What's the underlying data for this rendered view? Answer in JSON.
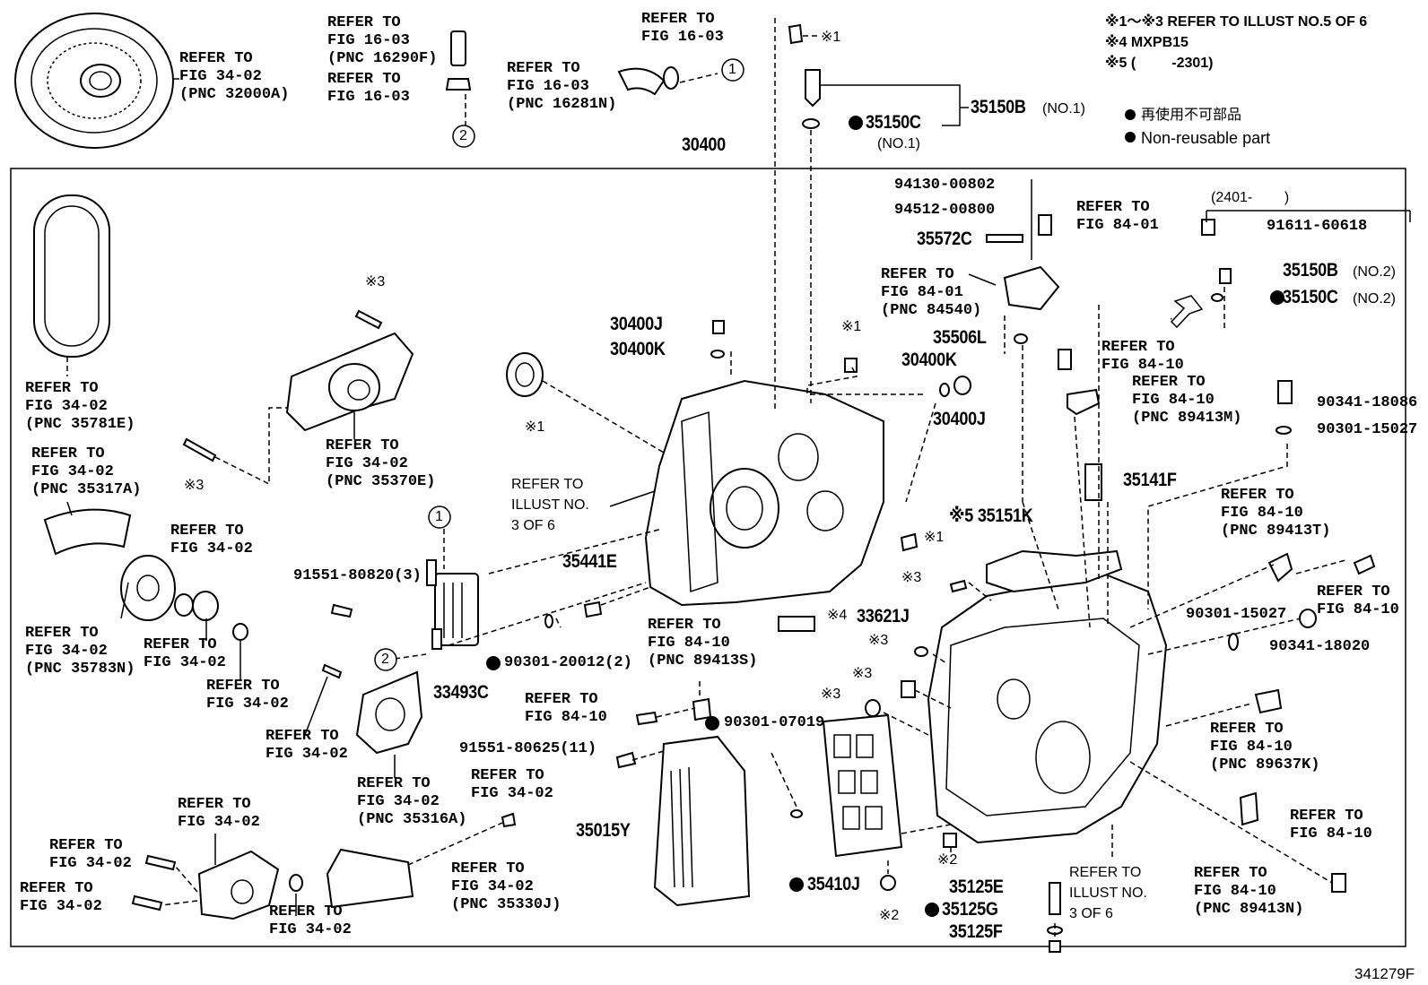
{
  "diagram": {
    "figure_number": "341279F",
    "assembly_number": "30400",
    "notes": {
      "note_1": "※1～※3 REFER TO ILLUST NO.5 OF 6",
      "note_2": "※4 MXPB15",
      "note_3": "※5 (         -2301)",
      "legend_jp": "再使用不可部品",
      "legend_en": "Non-reusable part",
      "range_label": "(2401-        )"
    },
    "callouts": [
      {
        "id": "c1",
        "text": "REFER TO\nFIG 34-02\n(PNC 32000A)"
      },
      {
        "id": "c2",
        "text": "REFER TO\nFIG 16-03\n(PNC 16290F)"
      },
      {
        "id": "c3",
        "text": "REFER TO\nFIG 16-03"
      },
      {
        "id": "c4",
        "text": "REFER TO\nFIG 16-03\n(PNC 16281N)"
      },
      {
        "id": "c5",
        "text": "REFER TO\nFIG 16-03"
      },
      {
        "id": "c6",
        "text": "REFER TO\nFIG 34-02\n(PNC 35781E)"
      },
      {
        "id": "c7",
        "text": "REFER TO\nFIG 34-02\n(PNC 35370E)"
      },
      {
        "id": "c8",
        "text": "REFER TO\nFIG 34-02\n(PNC 35317A)"
      },
      {
        "id": "c9",
        "text": "REFER TO\nFIG 34-02"
      },
      {
        "id": "c10",
        "text": "REFER TO\nFIG 34-02\n(PNC 35783N)"
      },
      {
        "id": "c11",
        "text": "REFER TO\nFIG 34-02"
      },
      {
        "id": "c12",
        "text": "REFER TO\nFIG 34-02"
      },
      {
        "id": "c13",
        "text": "REFER TO\nFIG 34-02"
      },
      {
        "id": "c14",
        "text": "REFER TO\nFIG 34-02\n(PNC 35316A)"
      },
      {
        "id": "c15",
        "text": "REFER TO\nFIG 34-02"
      },
      {
        "id": "c16",
        "text": "REFER TO\nFIG 34-02"
      },
      {
        "id": "c17",
        "text": "REFER TO\nFIG 34-02"
      },
      {
        "id": "c18",
        "text": "REFER TO\nFIG 34-02"
      },
      {
        "id": "c19",
        "text": "REFER TO\nFIG 34-02"
      },
      {
        "id": "c20",
        "text": "REFER TO\nFIG 34-02\n(PNC 35330J)"
      },
      {
        "id": "c21",
        "text": "REFER TO\nFIG 84-10\n(PNC 89413S)"
      },
      {
        "id": "c22",
        "text": "REFER TO\nFIG 84-10"
      },
      {
        "id": "c23",
        "text": "REFER TO\nFIG 84-01"
      },
      {
        "id": "c24",
        "text": "REFER TO\nFIG 84-01\n(PNC 84540)"
      },
      {
        "id": "c25",
        "text": "REFER TO\nFIG 84-10"
      },
      {
        "id": "c26",
        "text": "REFER TO\nFIG 84-10\n(PNC 89413M)"
      },
      {
        "id": "c27",
        "text": "REFER TO\nFIG 84-10\n(PNC 89413T)"
      },
      {
        "id": "c28",
        "text": "REFER TO\nFIG 84-10"
      },
      {
        "id": "c29",
        "text": "REFER TO\nFIG 84-10\n(PNC 89637K)"
      },
      {
        "id": "c30",
        "text": "REFER TO\nFIG 84-10"
      },
      {
        "id": "c31",
        "text": "REFER TO\nFIG 84-10\n(PNC 89413N)"
      }
    ],
    "illust_refs": [
      {
        "id": "r1",
        "text": "REFER TO\nILLUST NO.\n3 OF 6"
      },
      {
        "id": "r2",
        "text": "REFER TO\nILLUST NO.\n3 OF 6"
      }
    ],
    "parts": [
      {
        "id": "p1",
        "text": "30400J"
      },
      {
        "id": "p2",
        "text": "30400K"
      },
      {
        "id": "p3",
        "text": "30400K"
      },
      {
        "id": "p4",
        "text": "30400J"
      },
      {
        "id": "p5",
        "text": "35150B",
        "suffix": "(NO.1)"
      },
      {
        "id": "p6",
        "text": "35150C",
        "suffix": "(NO.1)"
      },
      {
        "id": "p7",
        "text": "35150B",
        "suffix": "(NO.2)"
      },
      {
        "id": "p8",
        "text": "35150C",
        "suffix": "(NO.2)"
      },
      {
        "id": "p9",
        "text": "35572C"
      },
      {
        "id": "p10",
        "text": "35506L"
      },
      {
        "id": "p11",
        "text": "35141F"
      },
      {
        "id": "p12",
        "text": "※5 35151K"
      },
      {
        "id": "p13",
        "text": "35441E"
      },
      {
        "id": "p14",
        "text": "33493C"
      },
      {
        "id": "p15",
        "text": "33621J"
      },
      {
        "id": "p16",
        "text": "35015Y"
      },
      {
        "id": "p17",
        "text": "35410J"
      },
      {
        "id": "p18",
        "text": "35125E"
      },
      {
        "id": "p19",
        "text": "35125G"
      },
      {
        "id": "p20",
        "text": "35125F"
      }
    ],
    "small_parts": [
      {
        "id": "s1",
        "text": "94130-00802"
      },
      {
        "id": "s2",
        "text": "94512-00800"
      },
      {
        "id": "s3",
        "text": "91611-60618"
      },
      {
        "id": "s4",
        "text": "90341-18086"
      },
      {
        "id": "s5",
        "text": "90301-15027"
      },
      {
        "id": "s6",
        "text": "90301-15027"
      },
      {
        "id": "s7",
        "text": "90341-18020"
      },
      {
        "id": "s8",
        "text": "91551-80820(3)"
      },
      {
        "id": "s9",
        "text": "90301-20012(2)"
      },
      {
        "id": "s10",
        "text": "90301-07019"
      },
      {
        "id": "s11",
        "text": "91551-80625(11)"
      }
    ],
    "ref_marks": [
      {
        "id": "m1",
        "text": "※1"
      },
      {
        "id": "m2",
        "text": "※3"
      },
      {
        "id": "m3",
        "text": "※3"
      },
      {
        "id": "m4",
        "text": "※1"
      },
      {
        "id": "m5",
        "text": "※1"
      },
      {
        "id": "m6",
        "text": "※1"
      },
      {
        "id": "m7",
        "text": "※3"
      },
      {
        "id": "m8",
        "text": "※4"
      },
      {
        "id": "m9",
        "text": "※3"
      },
      {
        "id": "m10",
        "text": "※3"
      },
      {
        "id": "m11",
        "text": "※3"
      },
      {
        "id": "m12",
        "text": "※2"
      },
      {
        "id": "m13",
        "text": "※2"
      }
    ],
    "circle_refs": [
      {
        "id": "k1",
        "text": "1"
      },
      {
        "id": "k2",
        "text": "2"
      },
      {
        "id": "k3",
        "text": "1"
      },
      {
        "id": "k4",
        "text": "2"
      }
    ]
  }
}
